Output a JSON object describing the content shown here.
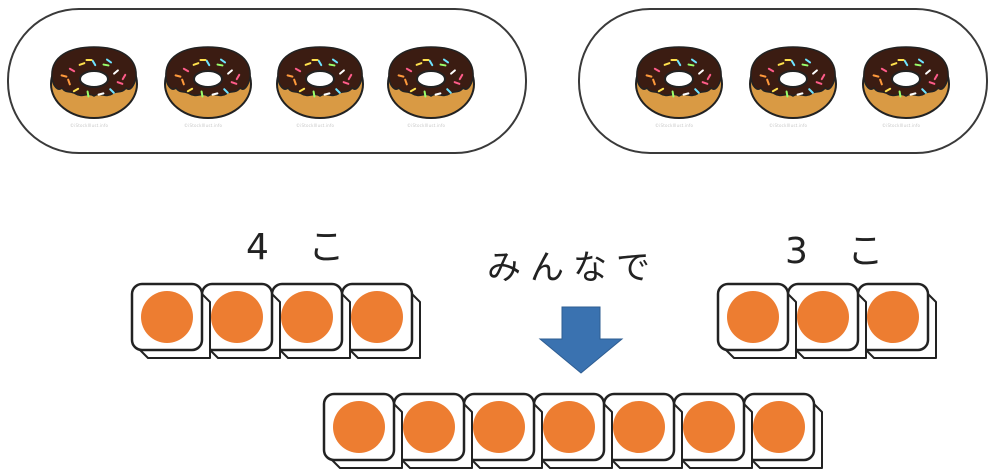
{
  "groups": {
    "left": {
      "count_label": "4 こ",
      "donut_count": 4,
      "watermark": "©iStockIllust.info"
    },
    "right": {
      "count_label": "3 こ",
      "donut_count": 3,
      "watermark": "©iStockIllust.info"
    }
  },
  "combine_label": "みんなで",
  "total_count": 7,
  "colors": {
    "counter": "#ed7d31",
    "arrow": "#3a72b0",
    "donut_dough": "#d99a44",
    "donut_chocolate": "#3b1c12",
    "outline": "#222222"
  },
  "icons": {
    "donut": "donut-icon",
    "arrow": "arrow-down-icon",
    "counter": "counter-block-icon"
  }
}
